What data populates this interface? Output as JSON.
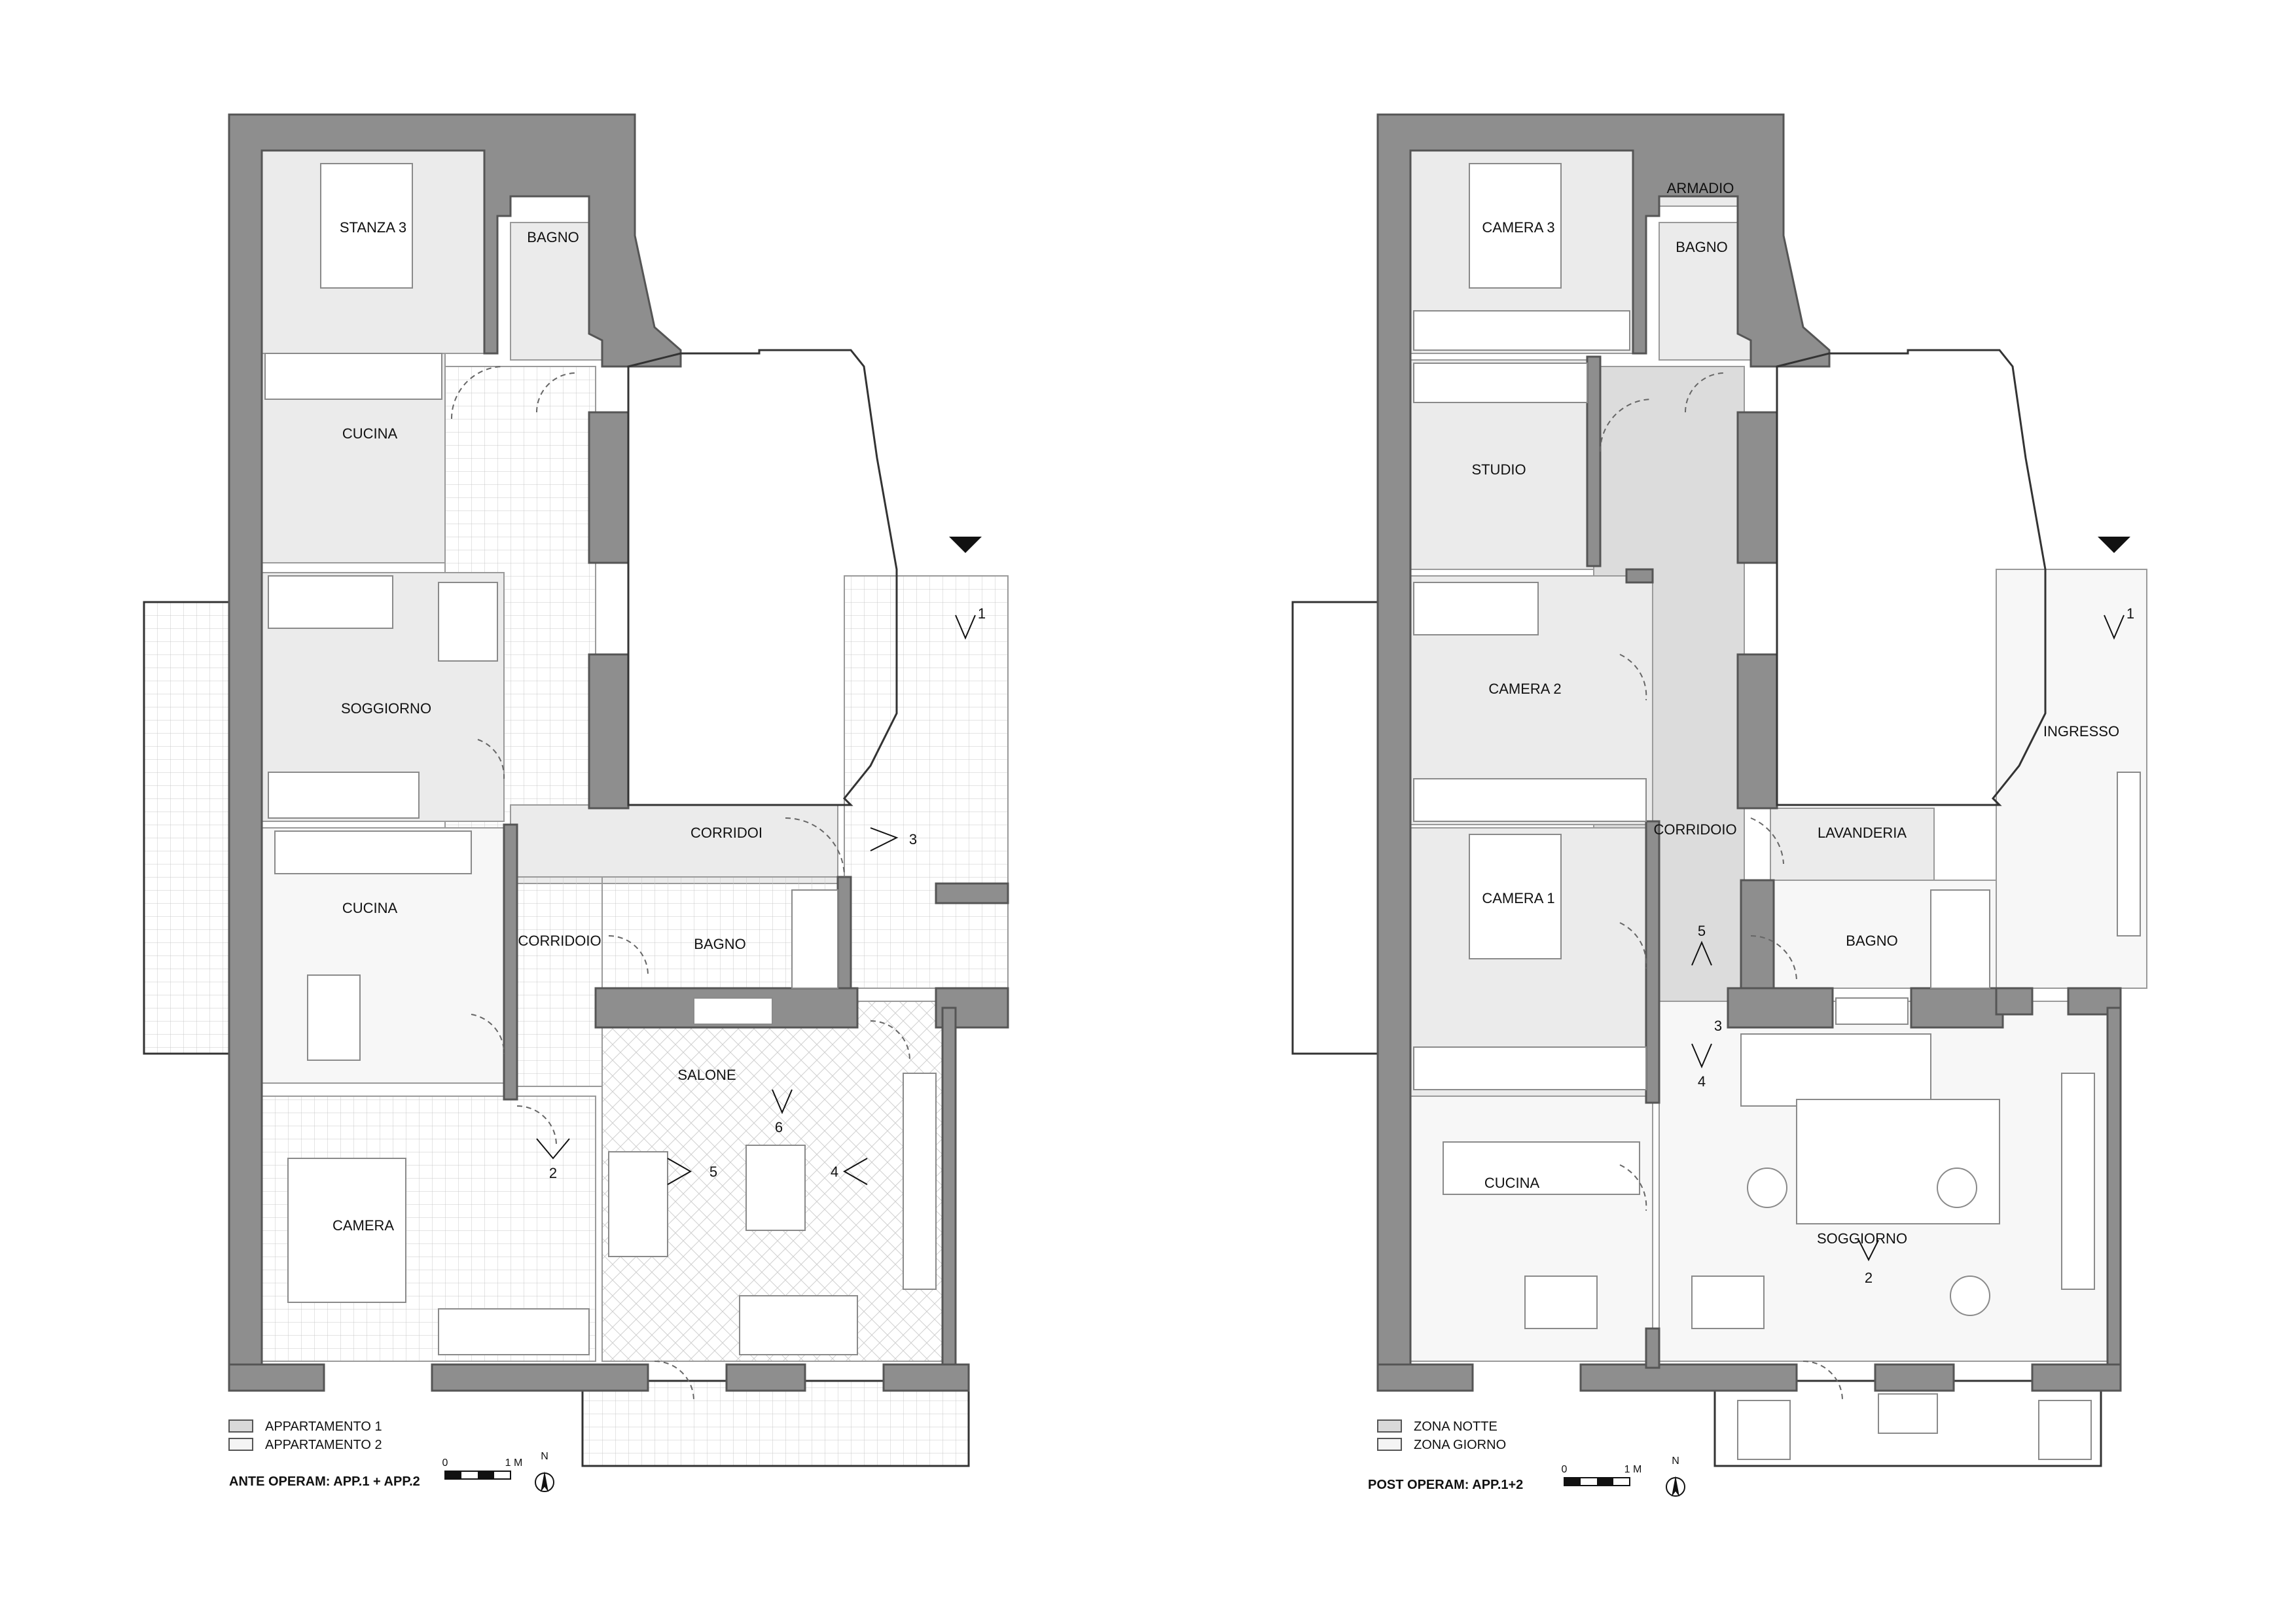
{
  "plan_ante": {
    "title": "ANTE OPERAM: APP.1 + APP.2",
    "legend": [
      {
        "label": "APPARTAMENTO 1",
        "fill": "#d9d9d9"
      },
      {
        "label": "APPARTAMENTO 2",
        "fill": "#f4f4f4"
      }
    ],
    "scale": {
      "zero": "0",
      "one": "1 M"
    },
    "north": "N",
    "rooms": {
      "stanza3": "STANZA 3",
      "bagno_top": "BAGNO",
      "cucina1": "CUCINA",
      "soggiorno": "SOGGIORNO",
      "corridoi": "CORRIDOI",
      "cucina2": "CUCINA",
      "corridoio": "CORRIDOIO",
      "bagno2": "BAGNO",
      "salone": "SALONE",
      "camera": "CAMERA"
    },
    "views": {
      "v1": "1",
      "v2": "2",
      "v3": "3",
      "v4": "4",
      "v5": "5",
      "v6": "6"
    }
  },
  "plan_post": {
    "title": "POST OPERAM: APP.1+2",
    "legend": [
      {
        "label": "ZONA NOTTE",
        "fill": "#d9d9d9"
      },
      {
        "label": "ZONA GIORNO",
        "fill": "#f4f4f4"
      }
    ],
    "scale": {
      "zero": "0",
      "one": "1 M"
    },
    "north": "N",
    "rooms": {
      "camera3": "CAMERA 3",
      "armadio": "ARMADIO",
      "bagno_top": "BAGNO",
      "studio": "STUDIO",
      "camera2": "CAMERA 2",
      "corridoio": "CORRIDOIO",
      "lavanderia": "LAVANDERIA",
      "ingresso": "INGRESSO",
      "camera1": "CAMERA 1",
      "bagno2": "BAGNO",
      "cucina": "CUCINA",
      "soggiorno": "SOGGIORNO"
    },
    "views": {
      "v1": "1",
      "v2": "2",
      "v3": "3",
      "v4": "4",
      "v5": "5"
    }
  }
}
